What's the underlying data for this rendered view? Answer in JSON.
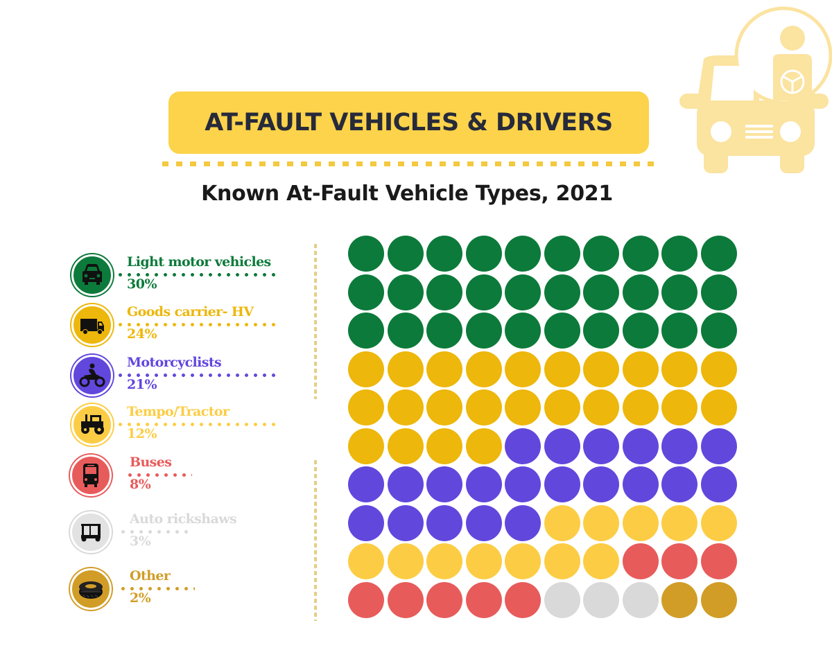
{
  "header": {
    "title": "AT-FAULT VEHICLES & DRIVERS",
    "subtitle": "Known At-Fault Vehicle Types, 2021",
    "hero_icon": "car-driver-icon",
    "accent_color": "#fcd34a"
  },
  "legend": [
    {
      "label": "Light motor vehicles",
      "pct": "30%",
      "icon": "car-icon",
      "color": "#0c7a3a"
    },
    {
      "label": "Goods carrier- HV",
      "pct": "24%",
      "icon": "truck-icon",
      "color": "#edb70b"
    },
    {
      "label": "Motorcyclists",
      "pct": "21%",
      "icon": "motorcycle-icon",
      "color": "#6247dd"
    },
    {
      "label": "Tempo/Tractor",
      "pct": "12%",
      "icon": "tractor-icon",
      "color": "#fccd44"
    },
    {
      "label": "Buses",
      "pct": "8%",
      "icon": "bus-icon",
      "color": "#e85b5b"
    },
    {
      "label": "Auto rickshaws",
      "pct": "3%",
      "icon": "auto-rickshaw-icon",
      "color": "#d9d9d9"
    },
    {
      "label": "Other",
      "pct": "2%",
      "icon": "tire-icon",
      "color": "#d19d27"
    }
  ],
  "chart_data": {
    "type": "waffle",
    "title": "AT-FAULT VEHICLES & DRIVERS",
    "subtitle": "Known At-Fault Vehicle Types, 2021",
    "grid": {
      "rows": 10,
      "cols": 10,
      "total": 100,
      "fill_order": "row-major, left-to-right"
    },
    "categories": [
      "Light motor vehicles",
      "Goods carrier- HV",
      "Motorcyclists",
      "Tempo/Tractor",
      "Buses",
      "Auto rickshaws",
      "Other"
    ],
    "values": [
      30,
      24,
      21,
      12,
      8,
      3,
      2
    ],
    "unit": "%",
    "colors": [
      "#0c7a3a",
      "#edb70b",
      "#6247dd",
      "#fccd44",
      "#e85b5b",
      "#d9d9d9",
      "#d19d27"
    ],
    "legend_position": "left"
  }
}
